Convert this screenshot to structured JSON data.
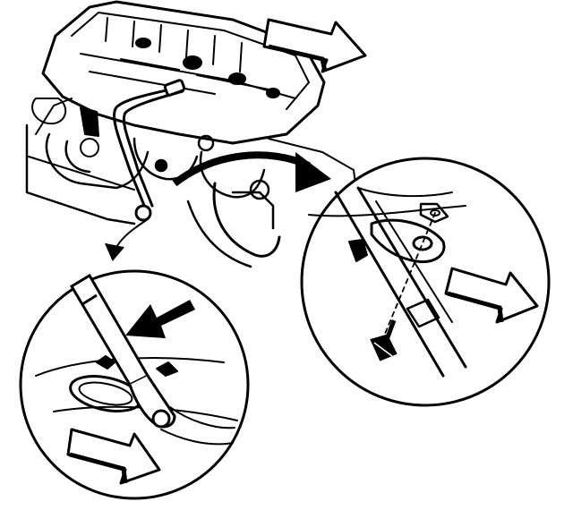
{
  "figure": {
    "subject": "engine",
    "views": [
      {
        "name": "main-view",
        "arrow_direction": "front"
      },
      {
        "name": "detail-view-bracket",
        "arrow_direction": "front"
      },
      {
        "name": "detail-view-stud",
        "arrow_direction": "front"
      }
    ],
    "colors": {
      "ink": "#000000",
      "paper": "#ffffff"
    }
  }
}
